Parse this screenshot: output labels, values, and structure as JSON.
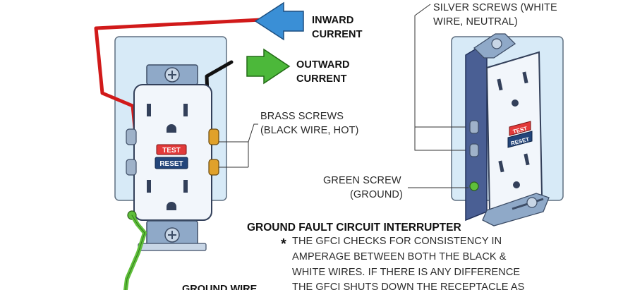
{
  "labels": {
    "inward_current": [
      "INWARD",
      "CURRENT"
    ],
    "outward_current": [
      "OUTWARD",
      "CURRENT"
    ],
    "brass_screws": [
      "BRASS SCREWS",
      "(BLACK WIRE, HOT)"
    ],
    "silver_screws": [
      "SILVER SCREWS (WHITE",
      "WIRE, NEUTRAL)"
    ],
    "green_screw": [
      "GREEN SCREW",
      "(GROUND)"
    ],
    "ground_wire": "GROUND WIRE"
  },
  "outlet_buttons": {
    "test": "TEST",
    "reset": "RESET"
  },
  "note": {
    "title": "GROUND FAULT CIRCUIT INTERRUPTER",
    "bullet": "*",
    "lines": [
      "THE GFCI CHECKS FOR CONSISTENCY IN",
      "AMPERAGE BETWEEN BOTH THE BLACK &",
      "WHITE WIRES.  IF THERE IS ANY DIFFERENCE",
      "THE GFCI SHUTS DOWN THE RECEPTACLE AS"
    ]
  },
  "colors": {
    "hot_wire": "#111111",
    "line_wire": "#d11a1a",
    "ground_wire": "#5fbf3a",
    "inward_arrow": "#3a8fd6",
    "outward_arrow": "#4cb83a",
    "test_button": "#e23a3a",
    "reset_button": "#23457a",
    "wall_plate": "#d7eaf7",
    "brass": "#e0a12a",
    "silver": "#9fb2c9"
  }
}
